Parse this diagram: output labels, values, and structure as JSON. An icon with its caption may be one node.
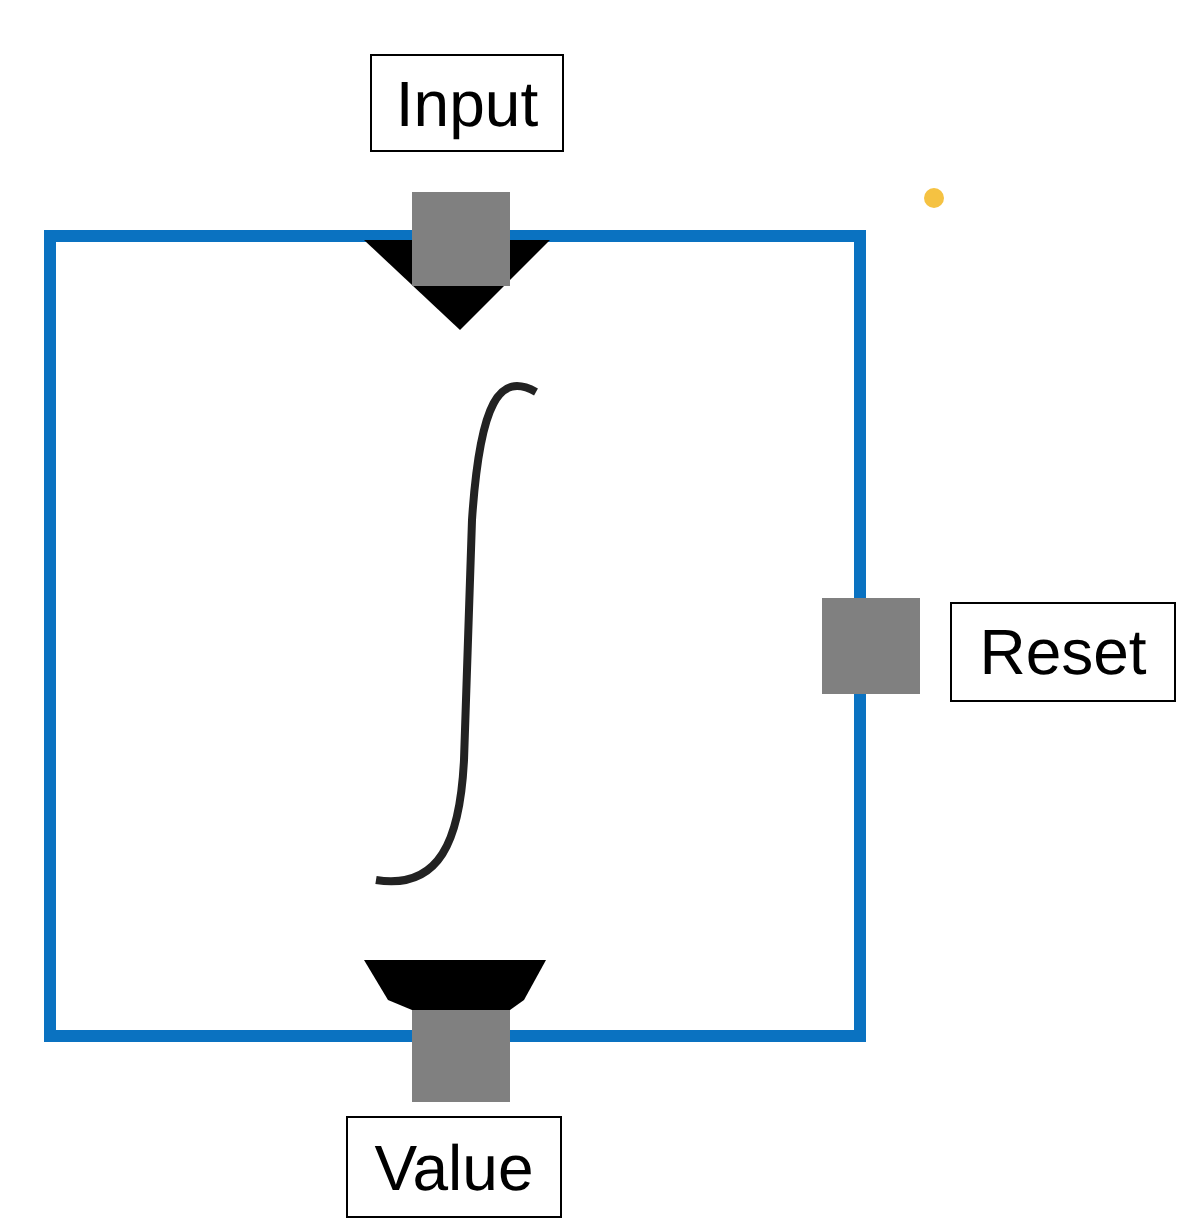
{
  "diagram": {
    "nodes": [
      {
        "text": [
          "Input"
        ]
      },
      {
        "text": [
          "Reset"
        ]
      },
      {
        "text": [
          "Value"
        ]
      }
    ]
  }
}
